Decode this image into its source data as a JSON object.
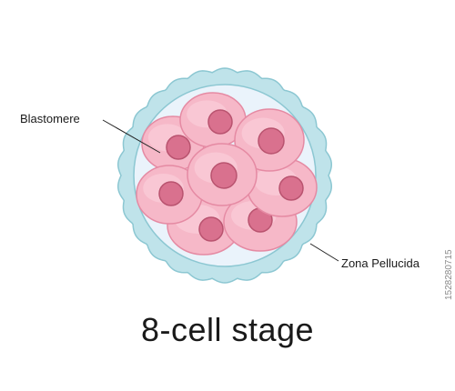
{
  "labels": {
    "blastomere": "Blastomere",
    "zona_pellucida": "Zona Pellucida"
  },
  "title": "8-cell stage",
  "side_code": "1528280715",
  "colors": {
    "zona_fill": "#bfe3ea",
    "zona_stroke": "#8cc7d2",
    "inner_space": "#eaf3fb",
    "cell_fill": "#f6b8c8",
    "cell_stroke": "#e58aa3",
    "cell_highlight": "#fbd3de",
    "nucleus_fill": "#d9718e",
    "nucleus_stroke": "#b9536f",
    "leader_line": "#222222"
  }
}
